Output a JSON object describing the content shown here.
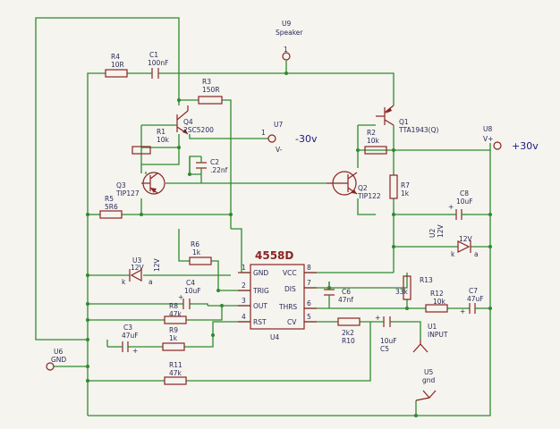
{
  "components": {
    "R4": {
      "ref": "R4",
      "value": "10R"
    },
    "C1": {
      "ref": "C1",
      "value": "100nF"
    },
    "R3": {
      "ref": "R3",
      "value": "150R"
    },
    "U9": {
      "ref": "U9",
      "value": "Speaker"
    },
    "Q4": {
      "ref": "Q4",
      "value": "2SC5200"
    },
    "R1": {
      "ref": "R1",
      "value": "10k"
    },
    "U7": {
      "ref": "U7",
      "value": "-30v",
      "pin": "V-",
      "pinnum": "1"
    },
    "C2": {
      "ref": "C2",
      "value": ".22nf"
    },
    "Q3": {
      "ref": "Q3",
      "value": "TIP127"
    },
    "R5": {
      "ref": "R5",
      "value": "5R6"
    },
    "Q1": {
      "ref": "Q1",
      "value": "TTA1943(Q)"
    },
    "R2": {
      "ref": "R2",
      "value": "10k"
    },
    "U8": {
      "ref": "U8",
      "value": "+30v",
      "pin": "V+"
    },
    "Q2": {
      "ref": "Q2",
      "value": "TIP122"
    },
    "R7": {
      "ref": "R7",
      "value": "1k"
    },
    "C8": {
      "ref": "C8",
      "value": "10uF"
    },
    "U2": {
      "ref": "U2",
      "value": "12V"
    },
    "U3": {
      "ref": "U3",
      "value": "12V"
    },
    "R6": {
      "ref": "R6",
      "value": "1k"
    },
    "C4": {
      "ref": "C4",
      "value": "10uF"
    },
    "R8": {
      "ref": "R8",
      "value": "47k"
    },
    "C3": {
      "ref": "C3",
      "value": "47uF"
    },
    "R9": {
      "ref": "R9",
      "value": "1k"
    },
    "U6": {
      "ref": "U6",
      "value": "GND"
    },
    "R11": {
      "ref": "R11",
      "value": "47k"
    },
    "C6": {
      "ref": "C6",
      "value": "47nf"
    },
    "R13": {
      "ref": "R13",
      "value": "33k"
    },
    "R12": {
      "ref": "R12",
      "value": "10k"
    },
    "C7": {
      "ref": "C7",
      "value": "47uF"
    },
    "R10": {
      "ref": "R10",
      "value": "2k2"
    },
    "C5": {
      "ref": "C5",
      "value": "10uF"
    },
    "U1": {
      "ref": "U1",
      "value": "INPUT"
    },
    "U5": {
      "ref": "U5",
      "value": "gnd"
    }
  },
  "ic": {
    "name": "4558D",
    "ref": "U4",
    "pins_left": [
      {
        "num": "1",
        "label": "GND"
      },
      {
        "num": "2",
        "label": "TRIG"
      },
      {
        "num": "3",
        "label": "OUT"
      },
      {
        "num": "4",
        "label": "RST"
      }
    ],
    "pins_right": [
      {
        "num": "8",
        "label": "VCC"
      },
      {
        "num": "7",
        "label": "DIS"
      },
      {
        "num": "6",
        "label": "THRS"
      },
      {
        "num": "5",
        "label": "CV"
      }
    ]
  },
  "marks": {
    "k": "k",
    "a": "a",
    "plus": "+",
    "minus": "-",
    "one": "1"
  },
  "colors": {
    "wire": "#2f8a2f",
    "component": "#8b2323",
    "text": "#2a2a5a",
    "supply_label": "#1a1a88",
    "background": "#f5f4ee"
  }
}
